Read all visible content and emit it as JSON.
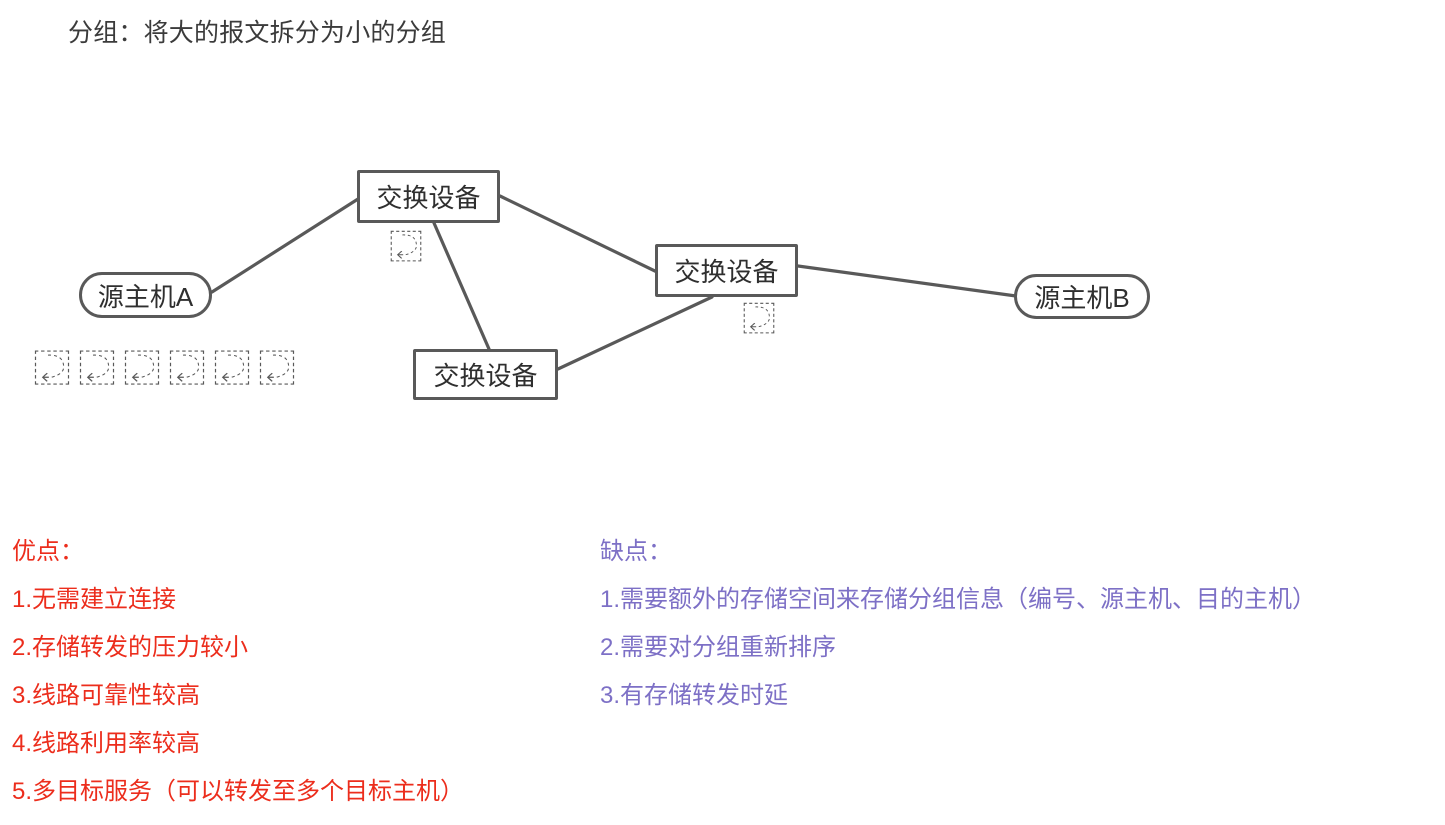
{
  "page": {
    "title": "分组：将大的报文拆分为小的分组"
  },
  "diagram": {
    "nodes": {
      "switch_1": "交换设备",
      "switch_2": "交换设备",
      "switch_3": "交换设备",
      "host_a": "源主机A",
      "host_b": "源主机B"
    },
    "glyphs": {
      "packets_host_a": "⿿⿿⿿⿿⿿⿿",
      "packet_switch_1": "⿿",
      "packet_switch_2": "⿿"
    },
    "edges": [
      {
        "from": "host_a",
        "to": "switch_1"
      },
      {
        "from": "switch_1",
        "to": "switch_2"
      },
      {
        "from": "switch_1",
        "to": "switch_3"
      },
      {
        "from": "switch_3",
        "to": "switch_2"
      },
      {
        "from": "switch_2",
        "to": "host_b"
      }
    ],
    "stroke_color": "#595959",
    "node_text_color": "#2f2f2f"
  },
  "notes": {
    "pros": {
      "color": "#ec2d1c",
      "heading": "优点：",
      "items": [
        "1.无需建立连接",
        "2.存储转发的压力较小",
        "3.线路可靠性较高",
        "4.线路利用率较高",
        "5.多目标服务（可以转发至多个目标主机）"
      ]
    },
    "cons": {
      "color": "#7d70c6",
      "heading": "缺点：",
      "items": [
        "1.需要额外的存储空间来存储分组信息（编号、源主机、目的主机）",
        "2.需要对分组重新排序",
        "3.有存储转发时延"
      ]
    }
  }
}
